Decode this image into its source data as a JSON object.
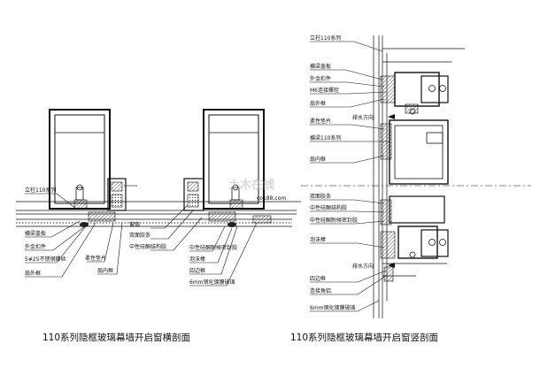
{
  "horizontal_section": {
    "caption": "110系列隐框玻璃幕墙开启窗横剖面",
    "labels": {
      "mullion": "立柱110系列",
      "cover": "横梁盖板",
      "outer_clip": "外金扣件",
      "bolt": "5#25不锈钢螺丝",
      "sash_outer": "扇外框",
      "pad": "柔性垫片",
      "sash_inner": "扇内框",
      "window_sash": "窗扇",
      "double_tape": "双面胶条",
      "neutral_sealant": "中性硅酮结构胶",
      "weather_sealant": "中性硅酮耐候密封胶",
      "foam_rod": "泡沫棒",
      "frame": "四边框",
      "glass": "6mm钢化镀膜玻璃"
    }
  },
  "vertical_section": {
    "caption": "110系列隐框玻璃幕墙开启窗竖剖面",
    "labels": {
      "mullion": "立柱110系列",
      "cover": "横梁盖板",
      "outer_clip": "外金扣件",
      "bolt": "M6连接螺栓",
      "sash_outer": "扇外框",
      "pad": "柔性垫片",
      "drain_top": "排水方向",
      "transom": "横梁110系列",
      "sash_inner": "扇内框",
      "double_tape": "双面胶条",
      "neutral_sealant": "中性硅酮结构胶",
      "weather_sealant": "中性硅酮耐候密封胶",
      "foam_rod": "泡沫棒",
      "drain_bottom": "排水方向",
      "frame": "四边框",
      "corner": "连接角铝",
      "glass": "6mm钢化镀膜玻璃"
    }
  },
  "watermark": {
    "text": "土木在线",
    "subtext": "co188.com"
  }
}
